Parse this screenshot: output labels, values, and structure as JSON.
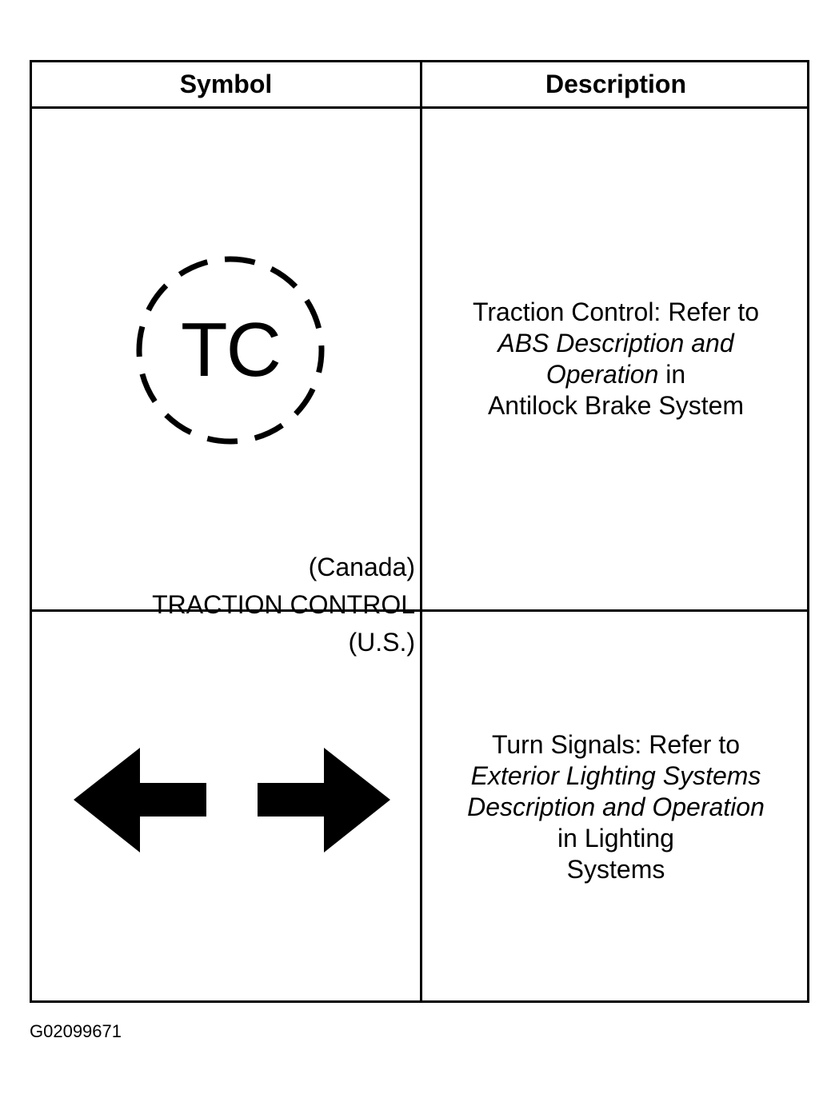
{
  "table": {
    "headers": {
      "symbol": "Symbol",
      "description": "Description"
    },
    "rows": [
      {
        "symbol_text": "TC",
        "symbol_icon": "traction-control-dashed-circle-icon",
        "symbol_labels": {
          "line1": "(Canada)",
          "line2": "TRACTION CONTROL",
          "line3": "(U.S.)"
        },
        "description": {
          "line1": "Traction Control: Refer to",
          "line2_italic": "ABS Description and",
          "line3_italic": "Operation",
          "line3_rest": " in",
          "line4": "Antilock Brake System"
        }
      },
      {
        "symbol_icon": "turn-signal-arrows-icon",
        "description": {
          "line1": "Turn Signals: Refer to",
          "line2_italic": "Exterior Lighting Systems",
          "line3_italic": "Description and Operation",
          "line4": "in Lighting",
          "line5": "Systems"
        }
      }
    ]
  },
  "footer": {
    "figure_id": "G02099671"
  }
}
